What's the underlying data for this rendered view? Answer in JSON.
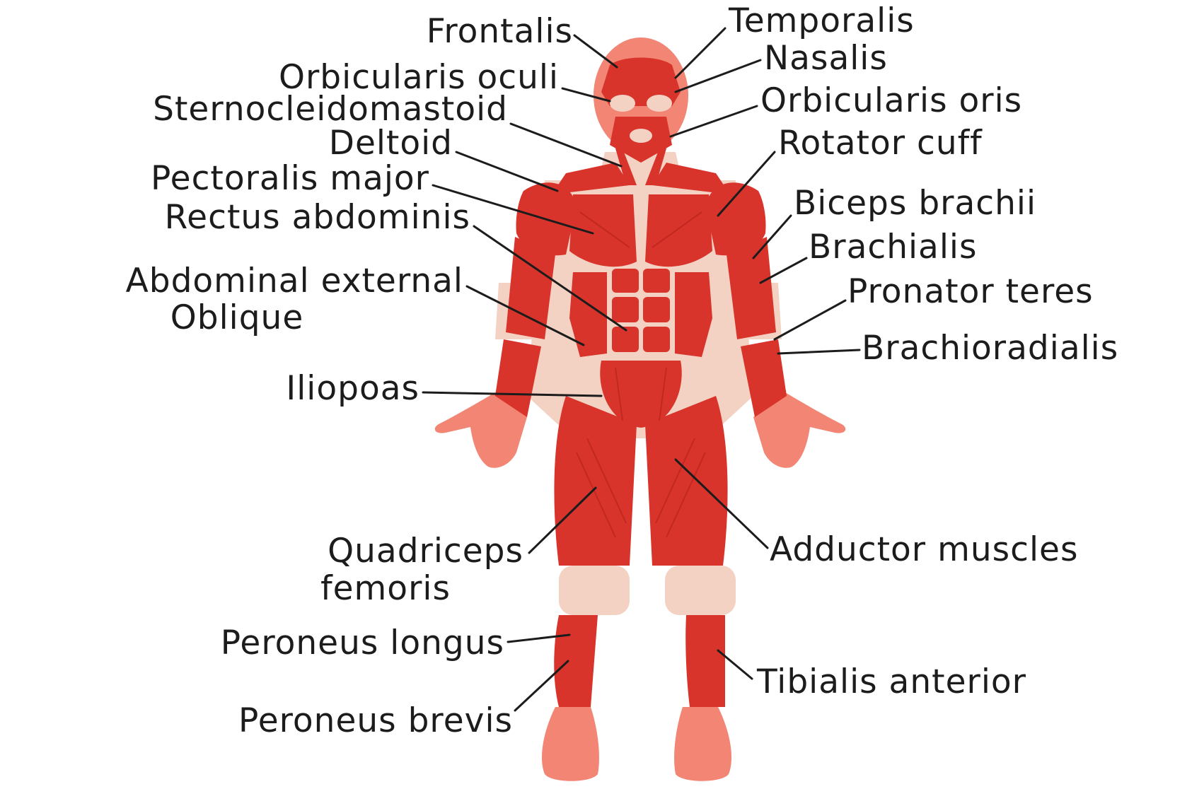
{
  "colors": {
    "muscle": "#d9342b",
    "muscle_dark": "#b8231d",
    "tendon": "#f3d2c4",
    "skin": "#f28573",
    "label": "#1c1c1c",
    "background": "#ffffff"
  },
  "labels": {
    "frontalis": "Frontalis",
    "temporalis": "Temporalis",
    "nasalis": "Nasalis",
    "orbicularis_oculi": "Orbicularis oculi",
    "orbicularis_oris": "Orbicularis oris",
    "sternocleidomastoid": "Sternocleidomastoid",
    "rotator_cuff": "Rotator cuff",
    "deltoid": "Deltoid",
    "pectoralis_major": "Pectoralis major",
    "biceps_brachii": "Biceps brachii",
    "rectus_abdominis": "Rectus abdominis",
    "brachialis": "Brachialis",
    "abdominal_external_line1": "Abdominal external",
    "abdominal_external_line2": "Oblique",
    "pronator_teres": "Pronator teres",
    "brachioradialis": "Brachioradialis",
    "iliopoas": "Iliopoas",
    "quadriceps_line1": "Quadriceps",
    "quadriceps_line2": "femoris",
    "adductor_muscles": "Adductor muscles",
    "peroneus_longus": "Peroneus longus",
    "tibialis_anterior": "Tibialis anterior",
    "peroneus_brevis": "Peroneus brevis"
  }
}
